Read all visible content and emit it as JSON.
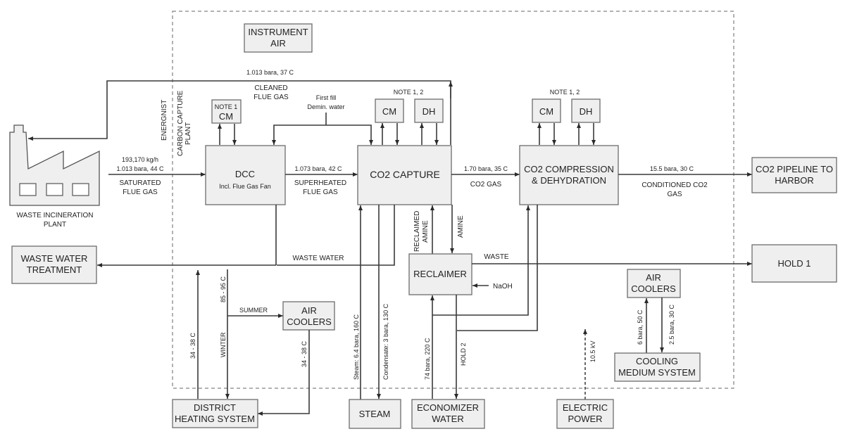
{
  "diagram": {
    "boundary_labels": {
      "left_owner": "ENERGNIST",
      "right_owner_line1": "CARBON CAPTURE",
      "right_owner_line2": "PLANT"
    },
    "blocks": {
      "waste_incineration": [
        "WASTE INCINERATION",
        "PLANT"
      ],
      "instrument_air": [
        "INSTRUMENT",
        "AIR"
      ],
      "dcc": [
        "DCC",
        "Incl. Flue Gas Fan"
      ],
      "dcc_cm": [
        "NOTE 1",
        "CM"
      ],
      "co2_capture": "CO2 CAPTURE",
      "capture_note": "NOTE 1, 2",
      "capture_cm": "CM",
      "capture_dh": "DH",
      "compression": [
        "CO2 COMPRESSION",
        "& DEHYDRATION"
      ],
      "compression_note": "NOTE 1, 2",
      "compression_cm": "CM",
      "compression_dh": "DH",
      "pipeline": [
        "CO2 PIPELINE TO",
        "HARBOR"
      ],
      "waste_water_treatment": [
        "WASTE WATER",
        "TREATMENT"
      ],
      "reclaimer": "RECLAIMER",
      "hold1": "HOLD 1",
      "air_coolers_dh": [
        "AIR",
        "COOLERS"
      ],
      "air_coolers_cm": [
        "AIR",
        "COOLERS"
      ],
      "cooling_medium": [
        "COOLING",
        "MEDIUM SYSTEM"
      ],
      "district_heating": [
        "DISTRICT",
        "HEATING SYSTEM"
      ],
      "steam": "STEAM",
      "economizer": [
        "ECONOMIZER",
        "WATER"
      ],
      "electric_power": [
        "ELECTRIC",
        "POWER"
      ]
    },
    "streams": {
      "cleaned_flue_gas_cond": "1.013 bara, 37 C",
      "cleaned_flue_gas": [
        "CLEANED",
        "FLUE GAS"
      ],
      "saturated_flow": "193,170 kg/h",
      "saturated_cond": "1.013 bara, 44 C",
      "saturated_flue_gas": [
        "SATURATED",
        "FLUE GAS"
      ],
      "first_fill": [
        "First fill",
        "Demin. water"
      ],
      "superheated_cond": "1.073 bara, 42 C",
      "superheated_flue_gas": [
        "SUPERHEATED",
        "FLUE GAS"
      ],
      "co2_gas_cond": "1.70 bara, 35 C",
      "co2_gas": "CO2 GAS",
      "conditioned_cond": "15.5 bara, 30 C",
      "conditioned_co2_gas": [
        "CONDITIONED CO2",
        "GAS"
      ],
      "waste_water": "WASTE WATER",
      "waste": "WASTE",
      "reclaimed_amine": [
        "RECLAIMED",
        "AMINE"
      ],
      "amine": "AMINE",
      "naoh": "NaOH",
      "dh_supply": "85 - 95 C",
      "dh_return": "34 - 38 C",
      "summer": "SUMMER",
      "winter": "WINTER",
      "air_cooler_return": "34 - 38 C",
      "steam_supply": "Steam: 6.4 bara, 160 C",
      "condensate": "Condensate: 3 bara, 130 C",
      "economizer_supply": "74 bara, 220 C",
      "hold2": "HOLD 2",
      "electric": "10.5 kV",
      "cm_supply": "6 bara, 50 C",
      "cm_return": "2.5 bara, 30 C"
    }
  }
}
